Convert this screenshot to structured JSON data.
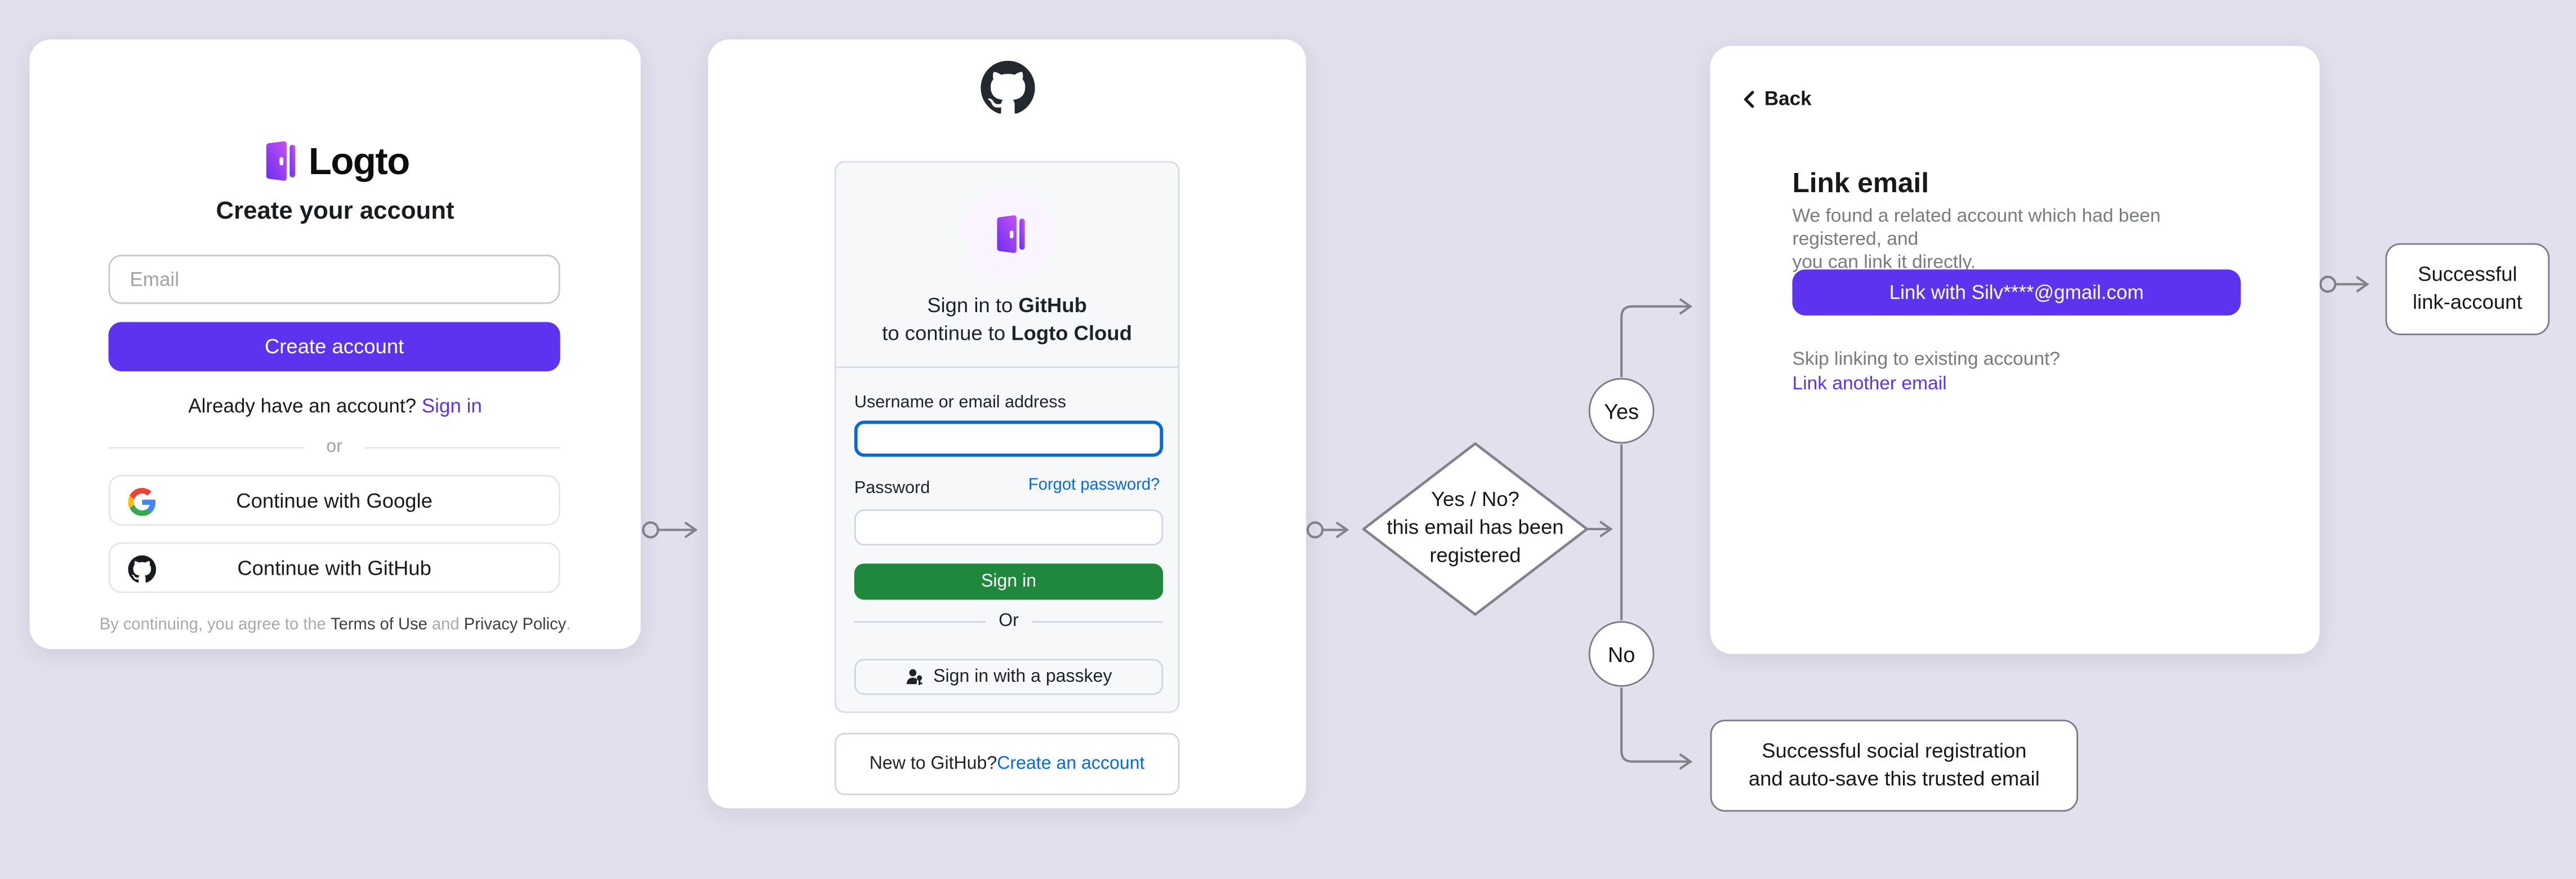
{
  "colors": {
    "background": "#e2e0ed",
    "card": "#ffffff",
    "accent_purple": "#5d33f0",
    "github_green": "#1f883d",
    "github_blue": "#0a69da",
    "connector_gray": "#82828c"
  },
  "logto_signup": {
    "brand": "Logto",
    "title": "Create your account",
    "email_placeholder": "Email",
    "create_button": "Create account",
    "signin_prompt": "Already have an account? ",
    "signin_link": "Sign in",
    "divider": "or",
    "google_button": "Continue with Google",
    "github_button": "Continue with GitHub",
    "terms_prefix": "By continuing, you agree to the ",
    "terms_of_use": "Terms of Use",
    "terms_and": " and ",
    "privacy_policy": "Privacy Policy",
    "terms_suffix": "."
  },
  "github_signin": {
    "heading_line1_prefix": "Sign in to ",
    "heading_line1_bold": "GitHub",
    "heading_line2_prefix": "to continue to ",
    "heading_line2_bold": "Logto Cloud",
    "username_label": "Username or email address",
    "password_label": "Password",
    "forgot_link": "Forgot password?",
    "signin_button": "Sign in",
    "divider": "Or",
    "passkey_button": "Sign in with a passkey",
    "footer_prompt": "New to GitHub? ",
    "footer_link": "Create an account"
  },
  "link_email": {
    "back": "Back",
    "title": "Link email",
    "description_line1": "We found a related account which had been registered, and",
    "description_line2": "you can link it directly.",
    "link_button": "Link with Silv****@gmail.com",
    "skip_prompt": "Skip linking to existing account?",
    "skip_link": "Link another email"
  },
  "flow": {
    "decision": [
      "Yes / No?",
      "this email has been",
      "registered"
    ],
    "yes_label": "Yes",
    "no_label": "No",
    "outcome_link": [
      "Successful",
      "link-account"
    ],
    "outcome_social": [
      "Successful social registration",
      "and auto-save this trusted email"
    ]
  }
}
